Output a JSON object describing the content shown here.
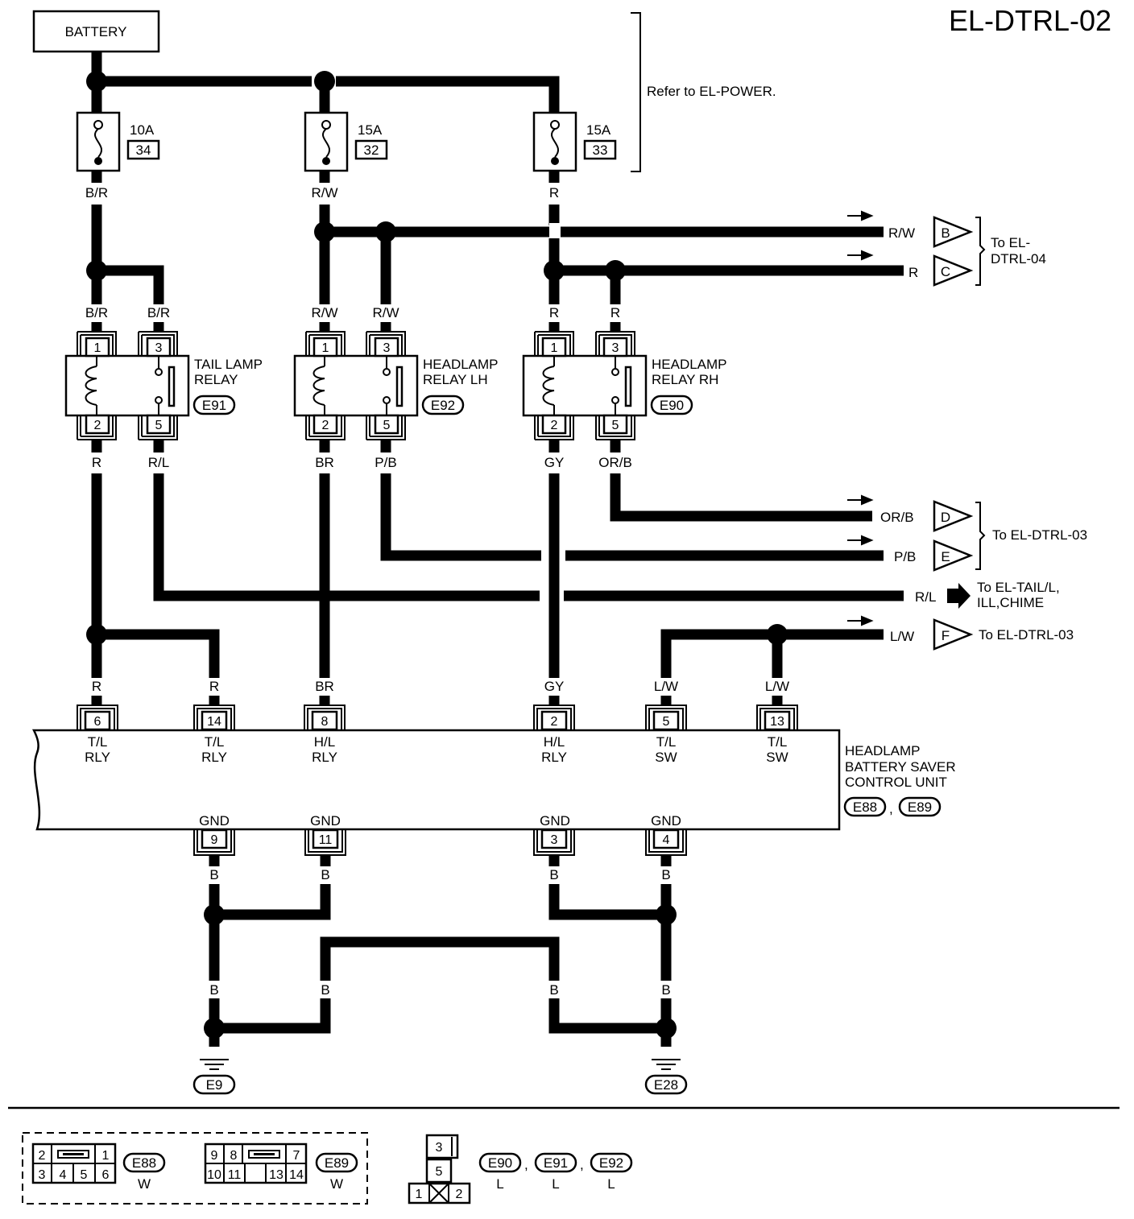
{
  "title": "EL-DTRL-02",
  "battery_label": "BATTERY",
  "refer_note": "Refer to EL-POWER.",
  "fuses": [
    {
      "amps": "10A",
      "number": "34"
    },
    {
      "amps": "15A",
      "number": "32"
    },
    {
      "amps": "15A",
      "number": "33"
    }
  ],
  "wire_colors": {
    "br": "B/R",
    "rw": "R/W",
    "r": "R",
    "rl": "R/L",
    "bro": "BR",
    "pb": "P/B",
    "gy": "GY",
    "orb": "OR/B",
    "lw": "L/W",
    "b": "B"
  },
  "relays": [
    {
      "name_line1": "TAIL LAMP",
      "name_line2": "RELAY",
      "connector": "E91",
      "pins": [
        "1",
        "3",
        "2",
        "5"
      ]
    },
    {
      "name_line1": "HEADLAMP",
      "name_line2": "RELAY LH",
      "connector": "E92",
      "pins": [
        "1",
        "3",
        "2",
        "5"
      ]
    },
    {
      "name_line1": "HEADLAMP",
      "name_line2": "RELAY RH",
      "connector": "E90",
      "pins": [
        "1",
        "3",
        "2",
        "5"
      ]
    }
  ],
  "connectors_out": {
    "b": "B",
    "c": "C",
    "d": "D",
    "e": "E",
    "f": "F",
    "to_dtrl04_line1": "To EL-",
    "to_dtrl04_line2": "DTRL-04",
    "to_dtrl03": "To EL-DTRL-03",
    "to_tail_line1": "To  EL-TAIL/L,",
    "to_tail_line2": "ILL,CHIME",
    "to_dtrl03_f": "To EL-DTRL-03"
  },
  "control_unit": {
    "name_line1": "HEADLAMP",
    "name_line2": "BATTERY SAVER",
    "name_line3": "CONTROL UNIT",
    "connector_a": "E88",
    "connector_b": "E89",
    "separator": ",",
    "terminals": [
      {
        "pin": "6",
        "l1": "T/L",
        "l2": "RLY"
      },
      {
        "pin": "14",
        "l1": "T/L",
        "l2": "RLY"
      },
      {
        "pin": "8",
        "l1": "H/L",
        "l2": "RLY"
      },
      {
        "pin": "2",
        "l1": "H/L",
        "l2": "RLY"
      },
      {
        "pin": "5",
        "l1": "T/L",
        "l2": "SW"
      },
      {
        "pin": "13",
        "l1": "T/L",
        "l2": "SW"
      }
    ],
    "grounds": [
      {
        "pin": "9",
        "label": "GND"
      },
      {
        "pin": "11",
        "label": "GND"
      },
      {
        "pin": "3",
        "label": "GND"
      },
      {
        "pin": "4",
        "label": "GND"
      }
    ]
  },
  "grounds": {
    "left": "E9",
    "right": "E28"
  },
  "legend": {
    "e88_pins_top": [
      "2",
      "1"
    ],
    "e88_pins_bottom": [
      "3",
      "4",
      "5",
      "6"
    ],
    "e88_name": "E88",
    "e88_color": "W",
    "e89_pins_top": [
      "9",
      "8",
      "7"
    ],
    "e89_pins_bottom": [
      "10",
      "11",
      "13",
      "14"
    ],
    "e89_name": "E89",
    "e89_color": "W",
    "relay_pins": [
      "3",
      "5",
      "1",
      "2"
    ],
    "relay_conns": [
      "E90",
      "E91",
      "E92"
    ],
    "relay_color": "L",
    "comma": ","
  }
}
